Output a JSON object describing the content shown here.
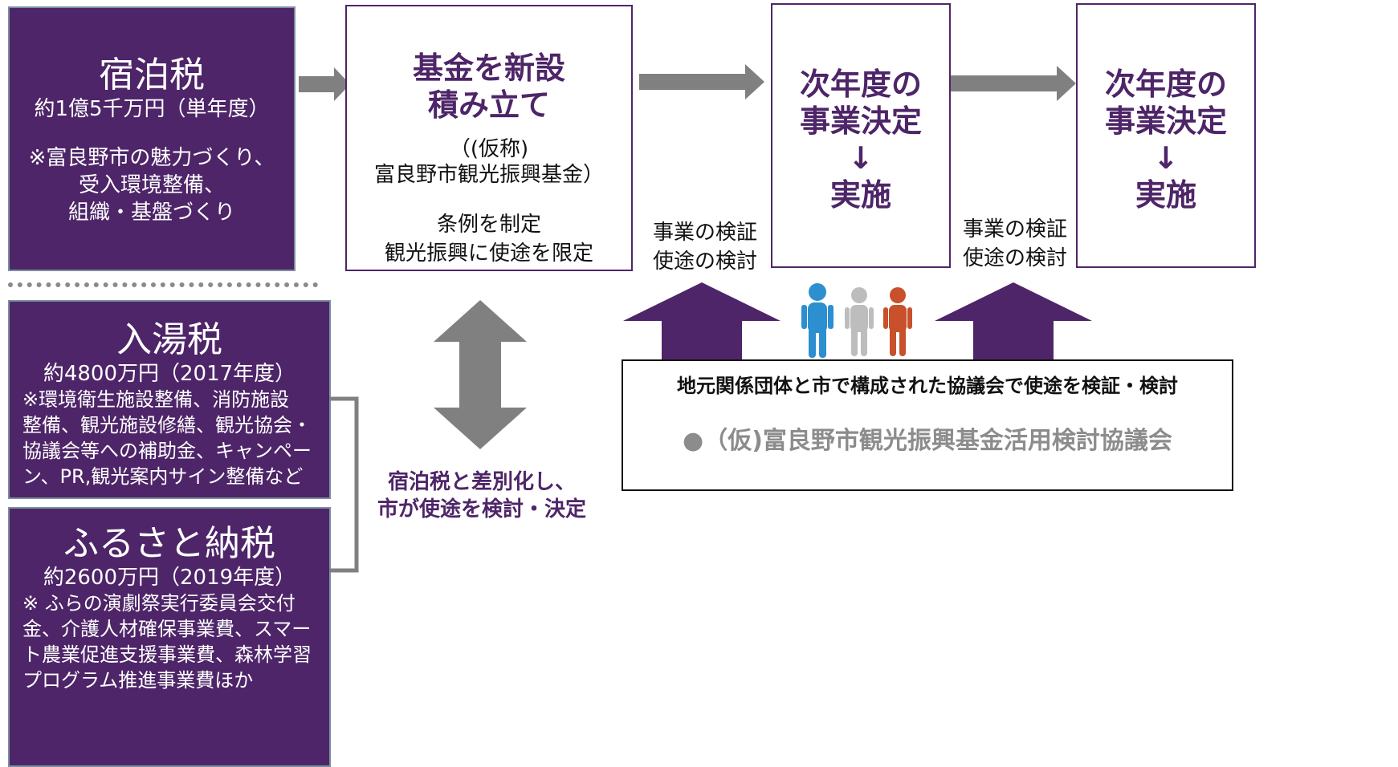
{
  "lodging_tax": {
    "title": "宿泊税",
    "amount": "約1億5千万円（単年度）",
    "note_lines": [
      "※富良野市の魅力づくり、",
      "受入環境整備、",
      "組織・基盤づくり"
    ]
  },
  "fund_box": {
    "title_lines": [
      "基金を新設",
      "積み立て"
    ],
    "name_lines": [
      "（(仮称)",
      "富良野市観光振興基金）"
    ],
    "rule_lines": [
      "条例を制定",
      "観光振興に使途を限定"
    ]
  },
  "verify_label_1": [
    "事業の検証",
    "使途の検討"
  ],
  "verify_label_2": [
    "事業の検証",
    "使途の検討"
  ],
  "next_year_box_1": {
    "lines": [
      "次年度の",
      "事業決定",
      "↓",
      "実施"
    ]
  },
  "next_year_box_2": {
    "lines": [
      "次年度の",
      "事業決定",
      "↓",
      "実施"
    ]
  },
  "bath_tax": {
    "title": "入湯税",
    "amount": "約4800万円（2017年度）",
    "note_lines": [
      "※環境衛生施設整備、消防施設",
      "整備、観光施設修繕、観光協会・",
      "協議会等への補助金、キャンペー",
      "ン、PR,観光案内サイン整備など"
    ]
  },
  "furusato_tax": {
    "title": "ふるさと納税",
    "amount": "約2600万円（2019年度）",
    "note_lines": [
      "※ ふらの演劇祭実行委員会交付",
      "金、介護人材確保事業費、スマー",
      "ト農業促進支援事業費、森林学習",
      "プログラム推進事業費ほか"
    ]
  },
  "difference_label": [
    "宿泊税と差別化し、",
    "市が使途を検討・決定"
  ],
  "council_box": {
    "heading": "地元関係団体と市で構成された協議会で使途を検証・検討",
    "name": "●（仮)富良野市観光振興基金活用検討協議会"
  },
  "colors": {
    "purple": "#4e2568",
    "gray_arrow": "#808080",
    "gray_text": "#8c8c8c",
    "person_blue": "#2b8fd0",
    "person_gray": "#bdbdbd",
    "person_orange": "#c8502a"
  },
  "icons": [
    "right-arrow-icon",
    "double-arrow-icon",
    "up-arrow-icon",
    "people-icon",
    "bracket-icon"
  ]
}
